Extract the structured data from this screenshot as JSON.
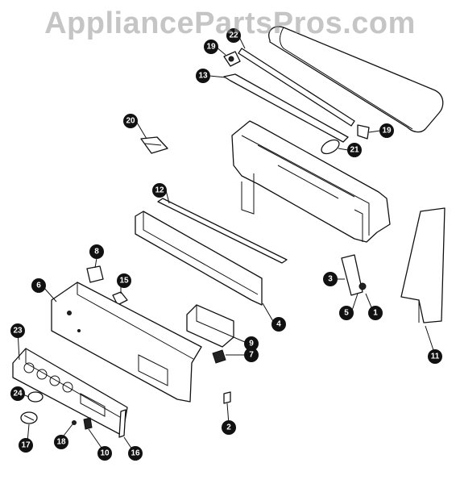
{
  "watermark": "AppliancePartsPros.com",
  "callouts": [
    "22",
    "19",
    "13",
    "20",
    "19",
    "21",
    "12",
    "3",
    "5",
    "1",
    "11",
    "8",
    "6",
    "15",
    "4",
    "9",
    "23",
    "7",
    "24",
    "2",
    "18",
    "17",
    "10",
    "16"
  ]
}
